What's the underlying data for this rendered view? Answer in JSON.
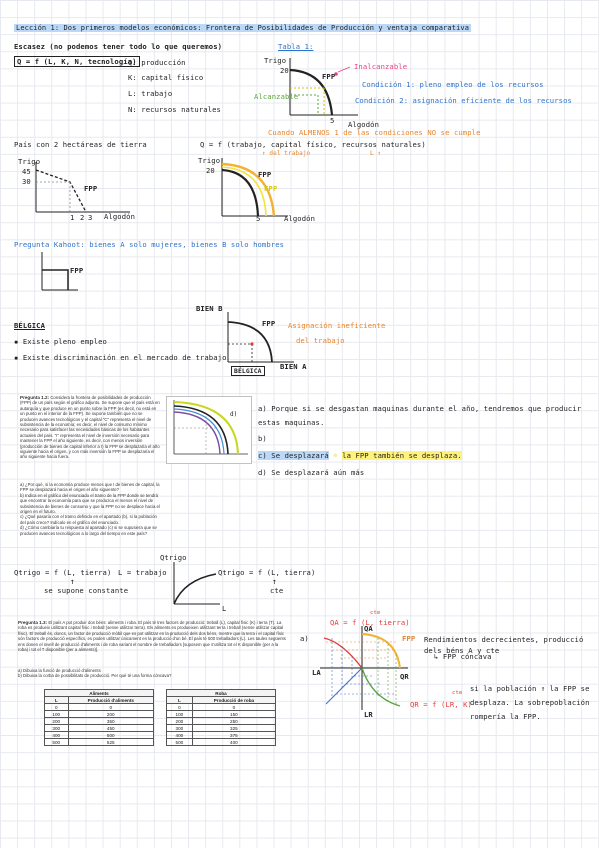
{
  "title": "Lección 1: Dos primeros modelos económicos: Frontera de Posibilidades de Producción y ventaja comparativa",
  "section1": {
    "escasez": "Escasez (no podemos tener todo lo que queremos)",
    "formula": "Q = f (L, K, N, tecnología)",
    "defs": [
      "Q: producción",
      "K: capital físico",
      "L: trabajo",
      "N: recursos naturales"
    ]
  },
  "grafica1": {
    "label": "Tabla 1:",
    "y_axis": "Trigo",
    "x_axis": "Algodón",
    "y_tick": "20",
    "x_tick": "5",
    "inalcanzable": "Inalcanzable",
    "alcanzable": "Alcanzable",
    "fpp": "FPP",
    "cond1": "Condición 1: pleno empleo de los recursos",
    "cond2": "Condición 2: asignación eficiente de los recursos",
    "nota": "Cuando ALMENOS 1 de las condiciones NO se cumple"
  },
  "pais": {
    "title": "País con 2 hectáreas de tierra",
    "y_axis": "Trigo",
    "x_axis": "Algodón",
    "y_ticks": [
      "45",
      "30"
    ],
    "x_ticks": [
      "1",
      "2",
      "3"
    ],
    "fpp": "FPP"
  },
  "grafica3": {
    "formula": "Q = f (trabajo, capital físico, recursos naturales)",
    "note_left": "↑ del trabajo",
    "note_right": "L ↑",
    "y_axis": "Trigo",
    "x_axis": "Algodón",
    "y_tick": "20",
    "x_tick": "5",
    "fpp1": "FPP",
    "fpp2": "FPP"
  },
  "kahoot": {
    "pregunta": "Pregunta Kahoot: bienes A solo mujeres, bienes B solo hombres",
    "fpp": "FPP",
    "pais": "BÉLGICA",
    "p1": "Existe pleno empleo",
    "p2": "Existe discriminación en el mercado de trabajo",
    "bien_b": "BIEN B",
    "bien_a": "BIEN A",
    "fpp2": "FPP",
    "asignacion": "Asignación ineficiente",
    "del_trabajo": "del trabajo",
    "label_belgica": "BÉLGICA"
  },
  "pregunta12": {
    "title": "Pregunta 1.2:",
    "text": "Considera la frontera de posibilidades de producción (FPP) de un país según el gráfico adjunto. Se supone que el país está en autarquía y que produce en un punto sobre la FPP (es decir, no está en un punto en el interior de la FPP). Se supone también que no se producen avances tecnológicos y el capital \"C\" representa el nivel de subsistencia de la economía; es decir, el nivel de consumo mínimo necesario para satisfacer las necesidades básicas de los habitantes actuales del país. \"I\" representa el nivel de inversión necesario para mantener la FPP el año siguiente, es decir, con menos inversión (producción de bienes de capital inferior a I) la FPP se desplazaría el año siguiente hacia el origen, y con más inversión la FPP se desplazaría el año siguiente hacia fuera.",
    "items": [
      "a)  ¿Por qué, si la economía produce menos que I de bienes de capital, la FPP se desplazará hacia el origen el año siguiente?",
      "b)  Indica en el gráfico del enunciado el tramo de la FPP donde se tendrá que encontrar la economía para que se produzca el menos el nivel de subsistencia de bienes de consumo y que la FPP no se desplace hacia el origen en el futuro.",
      "c)  ¿Qué pasaría con el tramo definido en el apartado (b), si la población del país crece? Indícalo en el gráfico del enunciado.",
      "d)  ¿Cómo cambiaría tu respuesta al apartado (c) si se supusiera que se producen avances tecnológicos a lo largo del tiempo en este país?"
    ],
    "ans_a": "a) Porque si se desgastan maquinas durante el año, tendremos que producir estas maquinas.",
    "ans_b": "b)",
    "ans_c": "c) Se desplazará",
    "ans_c2": "la FPP también se desplaza.",
    "ans_d": "d) Se desplazará aún más"
  },
  "trigo": {
    "formula1": "Qtrigo = f (L, tierra)",
    "supuesto": "se supone constante",
    "l_trabajo": "L = trabajo",
    "y_axis": "Qtrigo",
    "x_axis": "L",
    "formula2": "Qtrigo = f (L, tierra)",
    "cte": "cte"
  },
  "pregunta13": {
    "title": "Pregunta 1.3:",
    "text": "El país A pot produir dos béns: aliments i roba. El país té tres factors de producció: treball (L), capital físic (K) i terra (T). La roba es produeix utilitzant capital físic i treball (sense utilitzar terra). Els aliments es produeixen utilitzant terra i treball (sense utilitzar capital físic). El treball és, doncs, un factor de producció mòbil que es pot utilitzar en la producció dels dos béns, mentre que la terra i el capital físic són factors de producció específics, es poden utilitzar únicament en la producció d'un bé. El país té 500 treballadors (L). Les taules següents ens donen el nivell de producció d'aliments i de roba variant el nombre de treballadors [suposem que s'utilitza tot el K disponible (per a la roba) i tot el T disponible (per a aliments)].",
    "items": [
      "a)  Dibuixa la funció de producció d'aliments",
      "b)  Dibuixa la corba de possibilitats de producció. Per què té una forma còncava?"
    ],
    "table_aliments": {
      "title": "Aliments",
      "headers": [
        "L",
        "Producció d'aliments"
      ],
      "rows": [
        [
          "0",
          "0"
        ],
        [
          "100",
          "200"
        ],
        [
          "200",
          "350"
        ],
        [
          "300",
          "450"
        ],
        [
          "400",
          "500"
        ],
        [
          "500",
          "525"
        ]
      ]
    },
    "table_roba": {
      "title": "Roba",
      "headers": [
        "L",
        "Producció de roba"
      ],
      "rows": [
        [
          "0",
          "0"
        ],
        [
          "100",
          "150"
        ],
        [
          "200",
          "250"
        ],
        [
          "300",
          "325"
        ],
        [
          "400",
          "375"
        ],
        [
          "500",
          "400"
        ]
      ]
    }
  },
  "grafica13": {
    "qa_formula": "QA = f (L, tierra)",
    "qa": "QA",
    "qr": "QR",
    "la": "LA",
    "lr": "LR",
    "fpp": "FPP",
    "qr_formula": "QR = f (LR, K)",
    "cte": "cte",
    "a_label": "a)",
    "rend": "Rendimientos decrecientes, producció dels béns A y cte",
    "concava": "FPP cóncava",
    "poblacion": "si la población ↑ la FPP se desplaza. La sobrepoblación rompería la FPP."
  }
}
